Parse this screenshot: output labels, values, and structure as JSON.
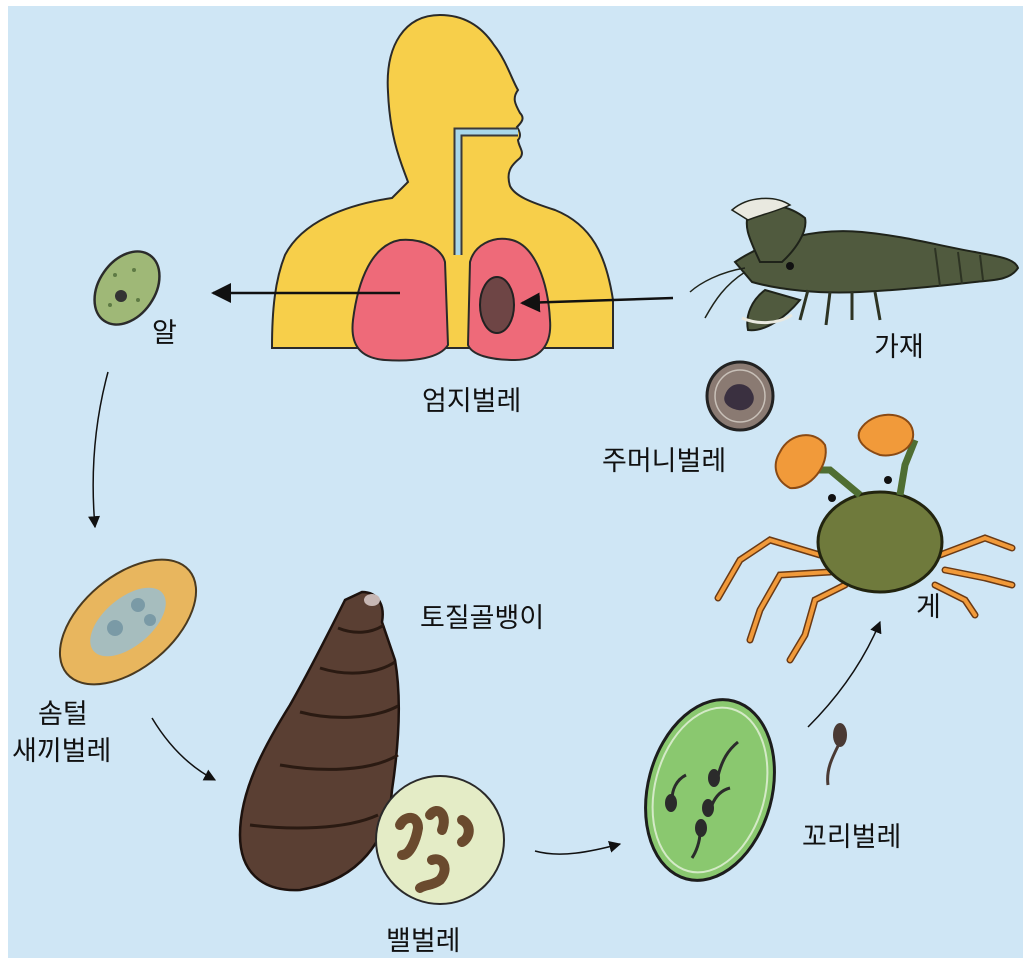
{
  "labels": {
    "egg": "알",
    "adult": "엄지벌레",
    "crayfish": "가재",
    "metacercaria": "주머니벌레",
    "crab": "게",
    "snail": "토질골뱅이",
    "miracidium_line1": "솜털",
    "miracidium_line2": "새끼벌레",
    "sporocyst": "밸벌레",
    "cercaria": "꼬리벌레"
  },
  "colors": {
    "background": "#cfe6f5",
    "body": "#f7cf4a",
    "lung": "#ee6a79",
    "egg": "#9fb877",
    "miracidium": "#e8b65e",
    "snail_shell": "#5a3f33",
    "sporocyst": "#e4ecc6",
    "redia": "#8ac86f",
    "crayfish": "#505a3e",
    "crab_shell": "#6f7a3c",
    "crab_claw": "#f19a3a"
  }
}
